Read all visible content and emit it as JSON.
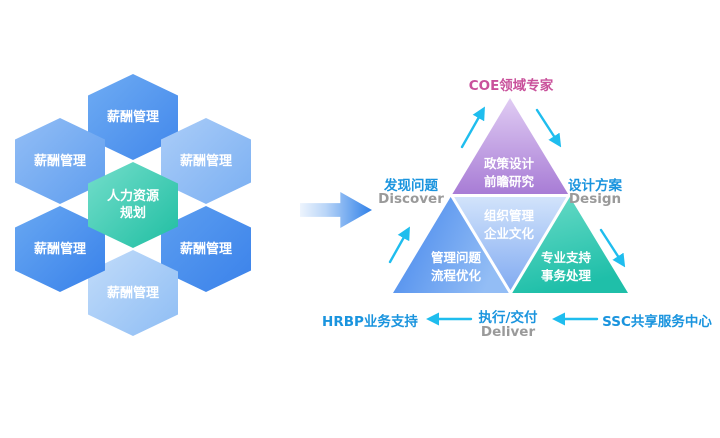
{
  "hex_cluster": {
    "center": {
      "line1": "人力资源",
      "line2": "规划"
    },
    "satellites": [
      {
        "id": "top",
        "label": "薪酬管理"
      },
      {
        "id": "top-right",
        "label": "薪酬管理"
      },
      {
        "id": "bottom-right",
        "label": "薪酬管理"
      },
      {
        "id": "bottom",
        "label": "薪酬管理"
      },
      {
        "id": "bottom-left",
        "label": "薪酬管理"
      },
      {
        "id": "top-left",
        "label": "薪酬管理"
      }
    ]
  },
  "pyramid": {
    "top": {
      "line1": "政策设计",
      "line2": "前瞻研究"
    },
    "middle": {
      "line1": "组织管理",
      "line2": "企业文化"
    },
    "left": {
      "line1": "管理问题",
      "line2": "流程优化"
    },
    "right": {
      "line1": "专业支持",
      "line2": "事务处理"
    }
  },
  "labels": {
    "coe": "COE领域专家",
    "discover_zh": "发现问题",
    "discover_en": "Discover",
    "design_zh": "设计方案",
    "design_en": "Design",
    "deliver_zh": "执行/交付",
    "deliver_en": "Deliver",
    "hrbp": "HRBP业务支持",
    "ssc": "SSC共享服务中心"
  },
  "colors": {
    "label_blue": "#1A94DE",
    "label_gray": "#9A9A9A",
    "label_pink": "#C9519B",
    "cycle_arrow_cyan": "#1FBDEE",
    "hex_blue_dark": "#3B82EA",
    "hex_blue_light": "#C2DCFA",
    "hex_center_teal": "#1FBEA2",
    "pyramid_purple": "#A77BD5",
    "pyramid_mid_blue": "#7FA9F1",
    "pyramid_left_blue": "#4285EC",
    "pyramid_teal": "#1FBFA9",
    "transition_arrow_blue": "#2F80E8"
  }
}
